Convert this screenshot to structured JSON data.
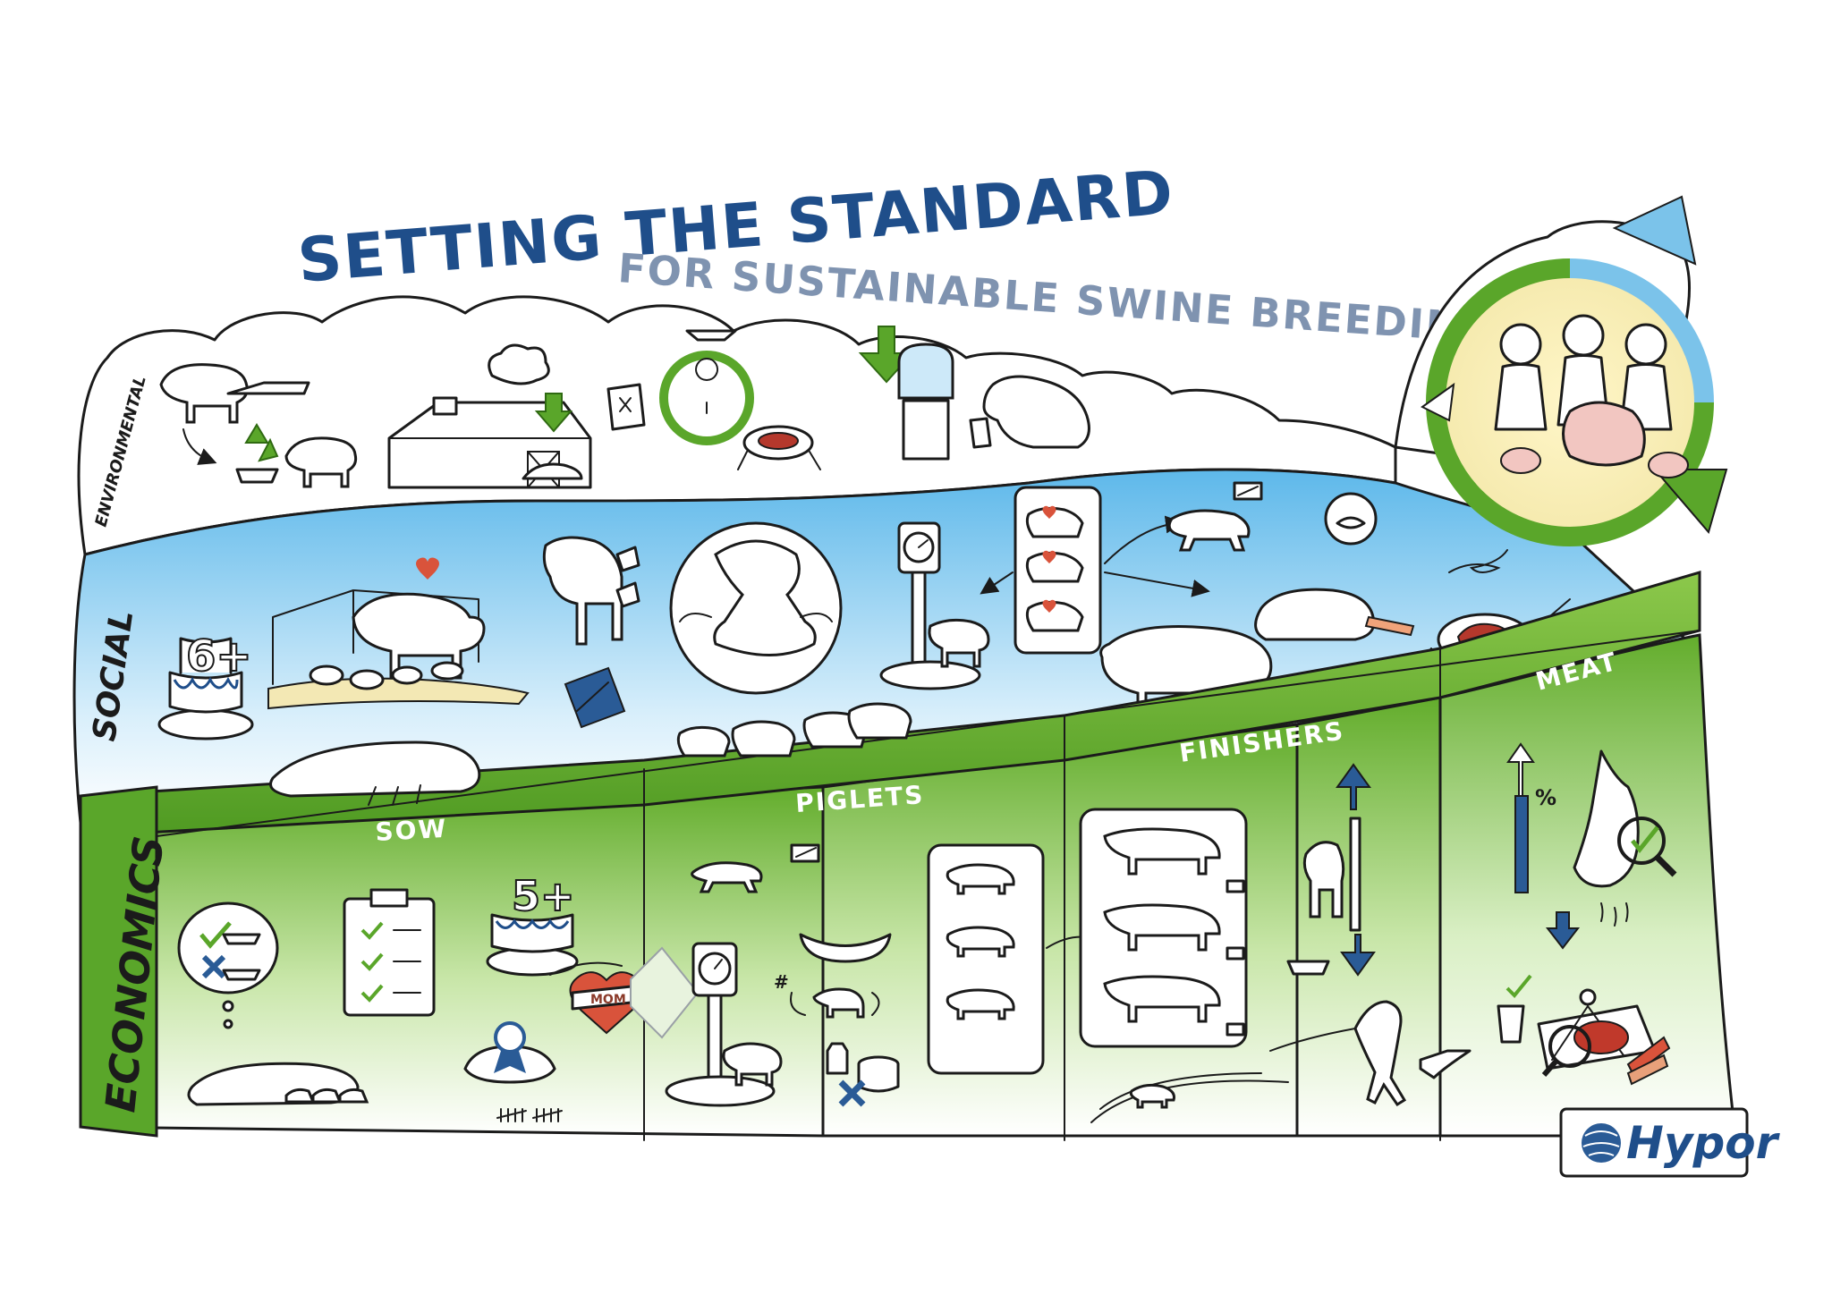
{
  "title": {
    "main": "SETTING THE STANDARD",
    "sub": "FOR SUSTAINABLE SWINE BREEDING"
  },
  "bands": {
    "environmental": "ENVIRONMENTAL",
    "social": "SOCIAL",
    "economics": "ECONOMICS"
  },
  "stages": {
    "sow": "SOW",
    "piglets": "PIGLETS",
    "finishers": "FINISHERS",
    "meat": "MEAT"
  },
  "annotations": {
    "cake_social": "6+",
    "cake_economics": "5+",
    "heart_tattoo": "MOM",
    "percent": "%",
    "hash": "#"
  },
  "brand": {
    "logo": "Hypor"
  },
  "colors": {
    "title_blue": "#1f4e8a",
    "subtitle_grey": "#7f93b0",
    "economics_green": "#5aa62a",
    "social_sky": "#6fc3ee",
    "checkmark_green": "#5aa62a",
    "heart_red": "#d9533b"
  }
}
